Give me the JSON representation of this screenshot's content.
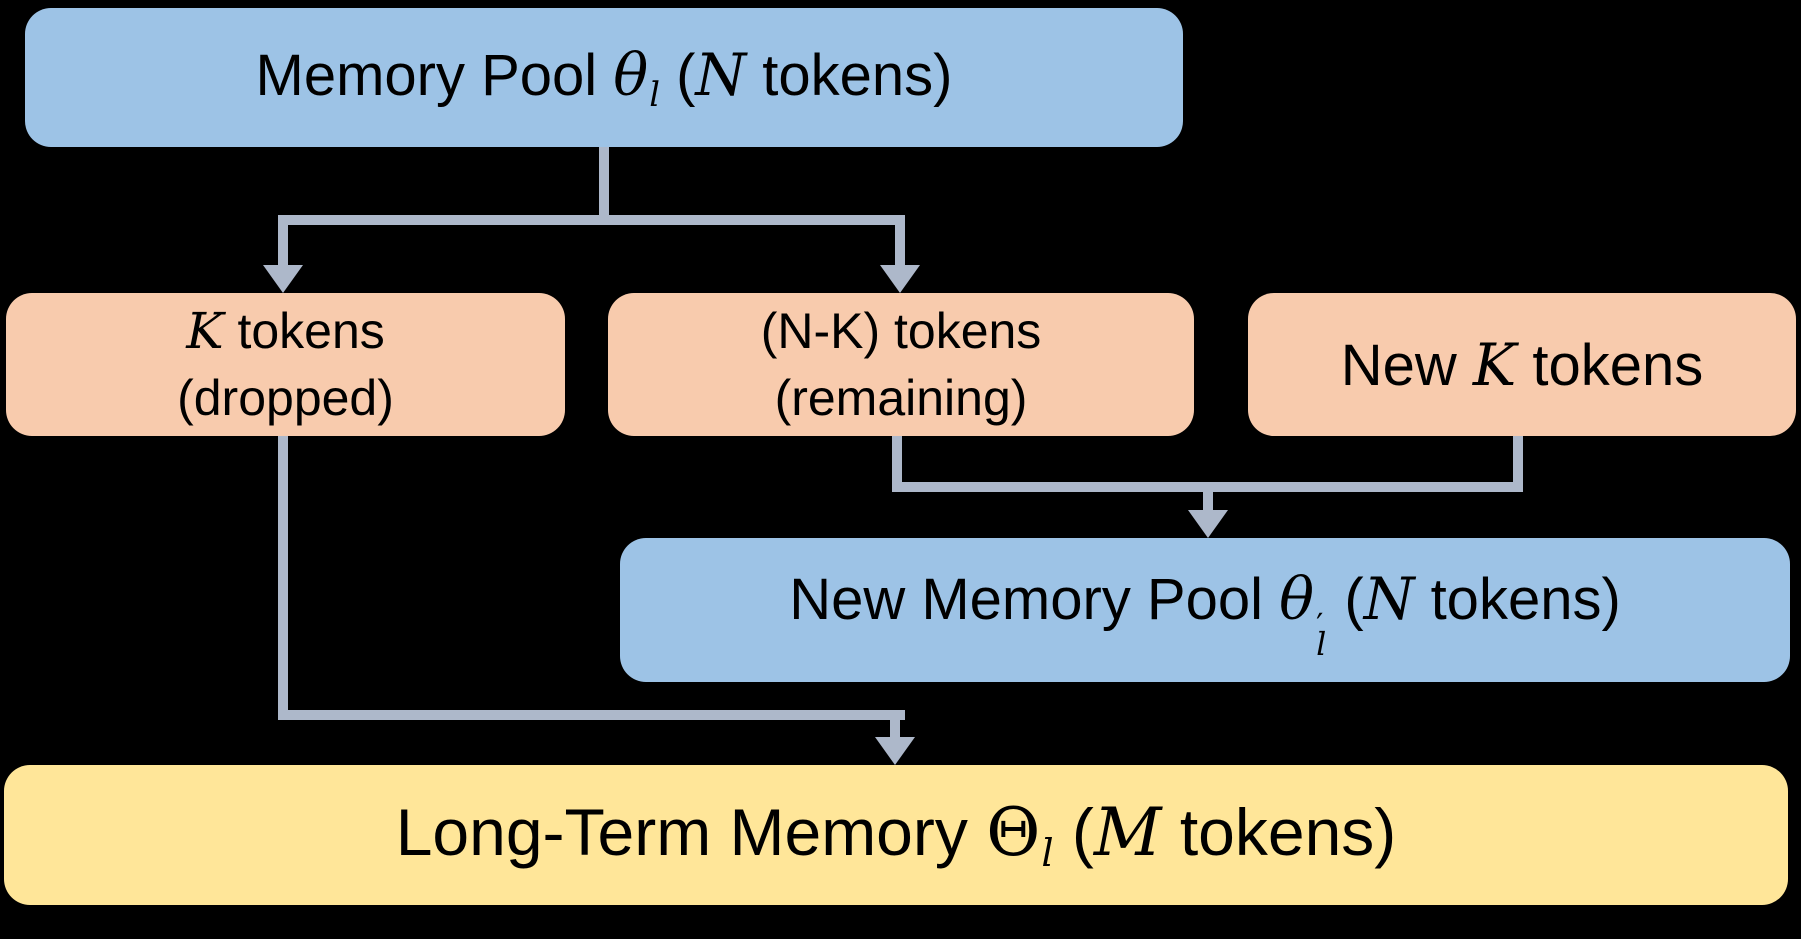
{
  "colors": {
    "background": "#000000",
    "box_blue": "#9DC3E6",
    "box_orange": "#F8CBAD",
    "box_yellow": "#FFE699",
    "connector": "#ADB8CA",
    "text": "#000000"
  },
  "nodes": {
    "memory_pool": {
      "segments": [
        {
          "k": "p",
          "t": "Memory Pool "
        },
        {
          "k": "v",
          "t": "θ"
        },
        {
          "k": "sub",
          "t": "l"
        },
        {
          "k": "p",
          "t": " ("
        },
        {
          "k": "v",
          "t": "N"
        },
        {
          "k": "p",
          "t": " tokens)"
        }
      ]
    },
    "dropped": {
      "line1": [
        {
          "k": "v",
          "t": "K"
        },
        {
          "k": "p",
          "t": " tokens"
        }
      ],
      "line2": [
        {
          "k": "p",
          "t": "(dropped)"
        }
      ]
    },
    "remaining": {
      "line1": [
        {
          "k": "p",
          "t": "(N-K) tokens"
        }
      ],
      "line2": [
        {
          "k": "p",
          "t": "(remaining)"
        }
      ]
    },
    "new_tokens": {
      "segments": [
        {
          "k": "p",
          "t": "New "
        },
        {
          "k": "v",
          "t": "K"
        },
        {
          "k": "p",
          "t": " tokens"
        }
      ]
    },
    "new_memory_pool": {
      "segments": [
        {
          "k": "p",
          "t": "New Memory Pool "
        },
        {
          "k": "v",
          "t": "θ"
        },
        {
          "k": "stack",
          "top": "′",
          "bot": "l"
        },
        {
          "k": "p",
          "t": " ("
        },
        {
          "k": "v",
          "t": "N"
        },
        {
          "k": "p",
          "t": " tokens)"
        }
      ]
    },
    "long_term_memory": {
      "segments": [
        {
          "k": "p",
          "t": "Long-Term Memory "
        },
        {
          "k": "th",
          "t": "Θ"
        },
        {
          "k": "sub",
          "t": "l"
        },
        {
          "k": "p",
          "t": " ("
        },
        {
          "k": "v",
          "t": "M"
        },
        {
          "k": "p",
          "t": " tokens)"
        }
      ]
    }
  }
}
